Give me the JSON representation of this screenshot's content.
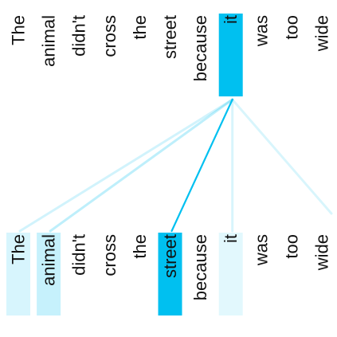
{
  "query_tokens": [
    "The",
    "animal",
    "didn't",
    "cross",
    "the",
    "street",
    "because",
    "it",
    "was",
    "too",
    "wide"
  ],
  "key_tokens": [
    "The",
    "animal",
    "didn't",
    "cross",
    "the",
    "street",
    "because",
    "it",
    "was",
    "too",
    "wide"
  ],
  "selected_query": "it",
  "attention_weights": [
    0.35,
    0.5,
    0.0,
    0.0,
    0.0,
    1.0,
    0.0,
    0.25,
    0.0,
    0.0,
    0.3
  ],
  "colors": {
    "highlight": "#00c0f0",
    "background": "#ffffff",
    "text": "#111111"
  }
}
